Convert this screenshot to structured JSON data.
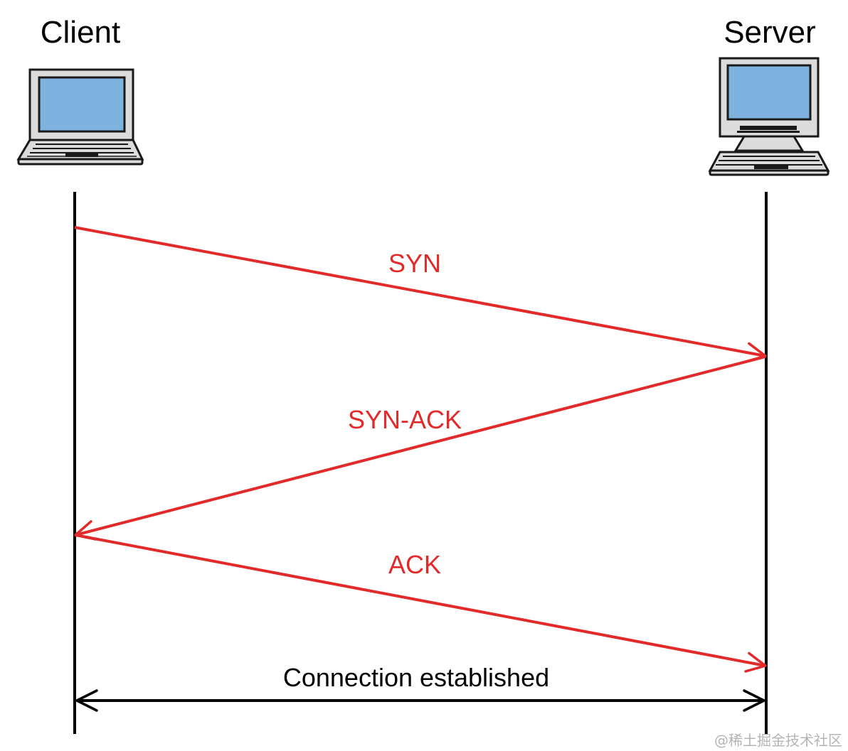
{
  "actors": {
    "client": {
      "label": "Client",
      "icon": "laptop-icon"
    },
    "server": {
      "label": "Server",
      "icon": "desktop-computer-icon"
    }
  },
  "messages": [
    {
      "label": "SYN",
      "from": "client",
      "to": "server"
    },
    {
      "label": "SYN-ACK",
      "from": "server",
      "to": "client"
    },
    {
      "label": "ACK",
      "from": "client",
      "to": "server"
    }
  ],
  "connection": {
    "label": "Connection established"
  },
  "watermark": {
    "text": "@稀土掘金技术社区"
  },
  "colors": {
    "message": "#e32a2a",
    "lifeline": "#000000",
    "screen": "#7eb3e0",
    "device_body": "#dcdcdc",
    "device_outline": "#1a1a1a"
  }
}
